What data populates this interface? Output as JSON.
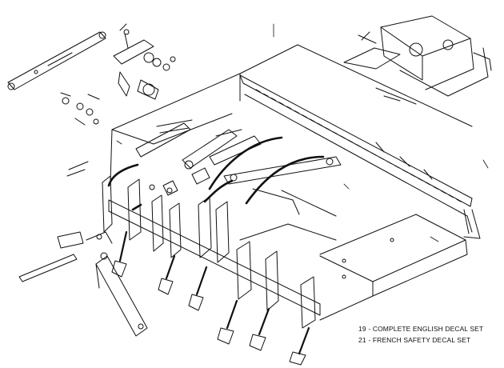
{
  "legend": [
    {
      "number": "19",
      "label": "-  COMPLETE ENGLISH DECAL SET"
    },
    {
      "number": "21",
      "label": "-  FRENCH SAFETY DECAL SET"
    }
  ]
}
